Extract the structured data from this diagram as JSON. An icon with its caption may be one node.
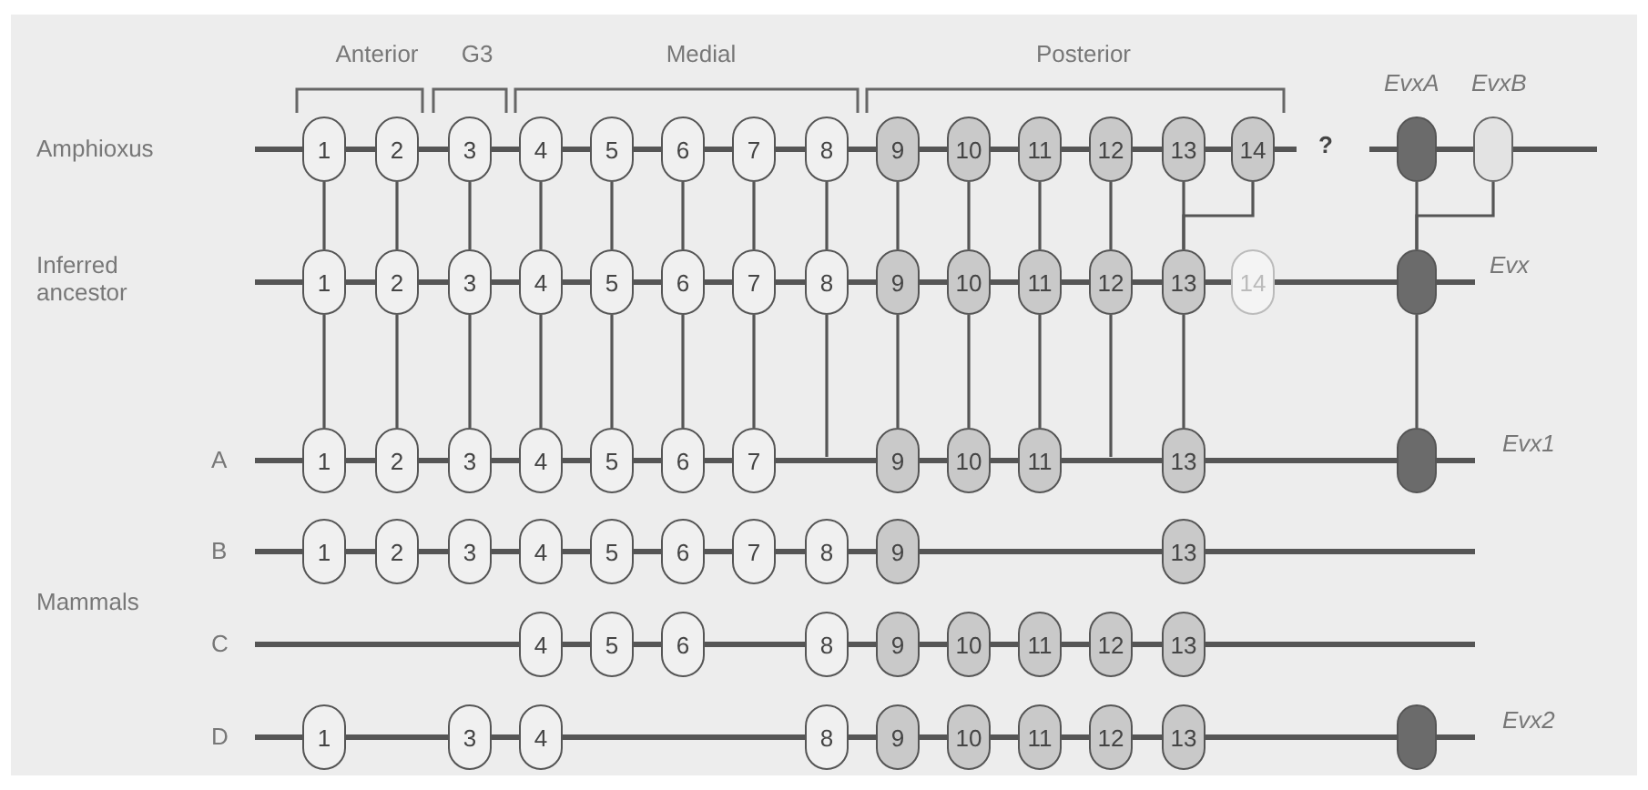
{
  "diagram": {
    "nodes": [
      {
        "text": [
          "1"
        ]
      },
      {
        "text": [
          "2"
        ]
      },
      {
        "text": [
          "3"
        ]
      },
      {
        "text": [
          "4"
        ]
      },
      {
        "text": [
          "5"
        ]
      },
      {
        "text": [
          "6"
        ]
      },
      {
        "text": [
          "7"
        ]
      },
      {
        "text": [
          "8"
        ]
      },
      {
        "text": [
          "9"
        ]
      },
      {
        "text": [
          "10"
        ]
      },
      {
        "text": [
          "11"
        ]
      },
      {
        "text": [
          "12"
        ]
      },
      {
        "text": [
          "13"
        ]
      },
      {
        "text": [
          "14"
        ]
      },
      {
        "text": [],
        "shape": "box",
        "beside": [
          "EvxA"
        ]
      },
      {
        "text": [],
        "shape": "box",
        "beside": [
          "EvxB"
        ]
      },
      {
        "text": [
          "1"
        ]
      },
      {
        "text": [
          "2"
        ]
      },
      {
        "text": [
          "3"
        ]
      },
      {
        "text": [
          "4"
        ]
      },
      {
        "text": [
          "5"
        ]
      },
      {
        "text": [
          "6"
        ]
      },
      {
        "text": [
          "7"
        ]
      },
      {
        "text": [
          "8"
        ]
      },
      {
        "text": [
          "9"
        ]
      },
      {
        "text": [
          "10"
        ]
      },
      {
        "text": [
          "11"
        ]
      },
      {
        "text": [
          "12"
        ]
      },
      {
        "text": [
          "13"
        ]
      },
      {
        "text": [
          "14"
        ]
      },
      {
        "text": [],
        "shape": "box",
        "beside": [
          "Evx"
        ]
      },
      {
        "text": [
          "1"
        ]
      },
      {
        "text": [
          "2"
        ]
      },
      {
        "text": [
          "3"
        ]
      },
      {
        "text": [
          "4"
        ]
      },
      {
        "text": [
          "5"
        ]
      },
      {
        "text": [
          "6"
        ]
      },
      {
        "text": [
          "7"
        ]
      },
      {
        "text": [
          "9"
        ]
      },
      {
        "text": [
          "10"
        ]
      },
      {
        "text": [
          "11"
        ]
      },
      {
        "text": [
          "13"
        ]
      },
      {
        "text": [],
        "shape": "box",
        "beside": [
          "Evx1"
        ]
      },
      {
        "text": [
          "1"
        ]
      },
      {
        "text": [
          "2"
        ]
      },
      {
        "text": [
          "3"
        ]
      },
      {
        "text": [
          "4"
        ]
      },
      {
        "text": [
          "5"
        ]
      },
      {
        "text": [
          "6"
        ]
      },
      {
        "text": [
          "7"
        ]
      },
      {
        "text": [
          "8"
        ]
      },
      {
        "text": [
          "9"
        ]
      },
      {
        "text": [
          "13"
        ]
      },
      {
        "text": [
          "4"
        ]
      },
      {
        "text": [
          "5"
        ]
      },
      {
        "text": [
          "6"
        ]
      },
      {
        "text": [
          "8"
        ]
      },
      {
        "text": [
          "9"
        ]
      },
      {
        "text": [
          "10"
        ]
      },
      {
        "text": [
          "11"
        ]
      },
      {
        "text": [
          "12"
        ]
      },
      {
        "text": [
          "13"
        ]
      },
      {
        "text": [
          "1"
        ]
      },
      {
        "text": [
          "3"
        ]
      },
      {
        "text": [
          "4"
        ]
      },
      {
        "text": [
          "8"
        ]
      },
      {
        "text": [
          "9"
        ]
      },
      {
        "text": [
          "10"
        ]
      },
      {
        "text": [
          "11"
        ]
      },
      {
        "text": [
          "12"
        ]
      },
      {
        "text": [
          "13"
        ]
      },
      {
        "text": [],
        "shape": "box",
        "beside": [
          "Evx2"
        ]
      }
    ],
    "edges": [
      {
        "from": 0,
        "to": 16,
        "arrow": "none"
      },
      {
        "from": 1,
        "to": 17,
        "arrow": "none"
      },
      {
        "from": 2,
        "to": 18,
        "arrow": "none"
      },
      {
        "from": 3,
        "to": 19,
        "arrow": "none"
      },
      {
        "from": 4,
        "to": 20,
        "arrow": "none"
      },
      {
        "from": 5,
        "to": 21,
        "arrow": "none"
      },
      {
        "from": 6,
        "to": 22,
        "arrow": "none"
      },
      {
        "from": 7,
        "to": 23,
        "arrow": "none"
      },
      {
        "from": 8,
        "to": 24,
        "arrow": "none"
      },
      {
        "from": 9,
        "to": 25,
        "arrow": "none"
      },
      {
        "from": 10,
        "to": 26,
        "arrow": "none"
      },
      {
        "from": 11,
        "to": 27,
        "arrow": "none"
      },
      {
        "from": 12,
        "to": 28,
        "arrow": "none"
      },
      {
        "from": 13,
        "to": 28,
        "arrow": "none"
      },
      {
        "from": 14,
        "to": 30,
        "arrow": "none"
      },
      {
        "from": 15,
        "to": 30,
        "arrow": "none"
      },
      {
        "from": 16,
        "to": 31,
        "arrow": "none"
      },
      {
        "from": 17,
        "to": 32,
        "arrow": "none"
      },
      {
        "from": 18,
        "to": 33,
        "arrow": "none"
      },
      {
        "from": 19,
        "to": 34,
        "arrow": "none"
      },
      {
        "from": 20,
        "to": 35,
        "arrow": "none"
      },
      {
        "from": 21,
        "to": 36,
        "arrow": "none"
      },
      {
        "from": 22,
        "to": 37,
        "arrow": "none"
      },
      {
        "from": 23,
        "to": null,
        "arrow": "none"
      },
      {
        "from": 24,
        "to": 38,
        "arrow": "none"
      },
      {
        "from": 25,
        "to": 39,
        "arrow": "none"
      },
      {
        "from": 26,
        "to": 40,
        "arrow": "none"
      },
      {
        "from": 27,
        "to": null,
        "arrow": "none"
      },
      {
        "from": 28,
        "to": 41,
        "arrow": "none"
      },
      {
        "from": 30,
        "to": 42,
        "arrow": "none"
      }
    ],
    "labels": [
      "Anterior",
      "G3",
      "Medial",
      "Posterior",
      "Amphioxus",
      "?",
      "Inferred ancestor",
      "A",
      "B",
      "Mammals",
      "C",
      "D"
    ]
  }
}
